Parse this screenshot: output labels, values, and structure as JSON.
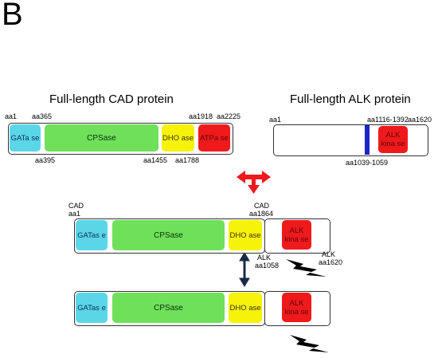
{
  "panel_letter": "B",
  "titles": {
    "cad": "Full-length CAD protein",
    "alk": "Full-length ALK protein"
  },
  "cad_full": {
    "gat": "GATa se",
    "cps": "CPSase",
    "dho": "DHO ase",
    "atp": "ATPa se",
    "aa1": "aa1",
    "aa365": "aa365",
    "aa395": "aa395",
    "aa1455": "aa1455",
    "aa1788": "aa1788",
    "aa1918": "aa1918",
    "aa2225": "aa2225"
  },
  "alk_full": {
    "kinase": "ALK kina se",
    "aa1": "aa1",
    "aa1116": "aa1116-1392",
    "aa1620": "aa1620",
    "aa1039": "aa1039-1059"
  },
  "fusion": {
    "cad_aa1": "CAD aa1",
    "cad_aa1864": "CAD aa1864",
    "alk_aa1058": "ALK aa1058",
    "alk_aa1620": "ALK aa1620",
    "gat": "GATas e",
    "cps": "CPSase",
    "dho": "DHO ase",
    "kinase": "ALK kina se"
  },
  "fusion2": {
    "gat": "GATas e",
    "cps": "CPSase",
    "dho": "DHO ase",
    "kinase": "ALK kina se"
  },
  "colors": {
    "gatase": "#5bd6e8",
    "cpsase": "#6ee05a",
    "dhoase": "#f6f20a",
    "red_domain": "#f0191c",
    "tm_blue": "#1d25c8",
    "arrow_red": "#f0191c",
    "arrow_navy": "#1a2a44"
  },
  "icons": [
    "split-arrow-icon",
    "double-arrow-icon",
    "lightning-icon"
  ]
}
